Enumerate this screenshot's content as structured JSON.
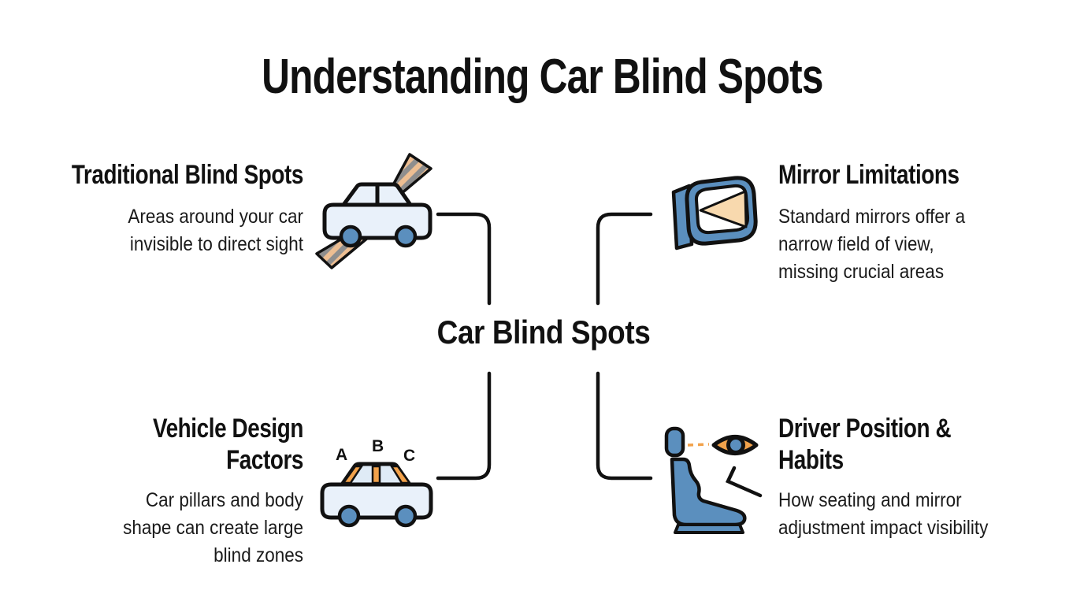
{
  "page": {
    "title": "Understanding Car Blind Spots"
  },
  "center": {
    "label": "Car Blind Spots"
  },
  "sections": {
    "traditional": {
      "heading": "Traditional Blind Spots",
      "body_lines": [
        "Areas around your car",
        "invisible to direct sight"
      ],
      "icon_name": "car-with-blind-spot-beams-icon"
    },
    "mirror": {
      "heading": "Mirror Limitations",
      "body_lines": [
        "Standard mirrors offer a",
        "narrow field of view,",
        "missing crucial areas"
      ],
      "icon_name": "side-mirror-icon"
    },
    "design": {
      "heading_lines": [
        "Vehicle Design",
        "Factors"
      ],
      "body_lines": [
        "Car pillars and body",
        "shape can create large",
        "blind zones"
      ],
      "pillar_labels": [
        "A",
        "B",
        "C"
      ],
      "icon_name": "car-pillars-icon"
    },
    "driver": {
      "heading_lines": [
        "Driver Position &",
        "Habits"
      ],
      "body_lines": [
        "How seating and mirror",
        "adjustment impact visibility"
      ],
      "icon_name": "driver-seat-eye-icon"
    }
  },
  "colors": {
    "background": "#FFFFFF",
    "ink": "#111111",
    "text": "#1A1A1A",
    "car_body": "#E9F1FA",
    "window_blue": "#DFEBF6",
    "steel_blue": "#5B8FBE",
    "orange": "#F2A24B",
    "peach": "#F8D9AE",
    "stripe_tan": "#EDBE92",
    "stripe_gray": "#8E8E8E"
  }
}
